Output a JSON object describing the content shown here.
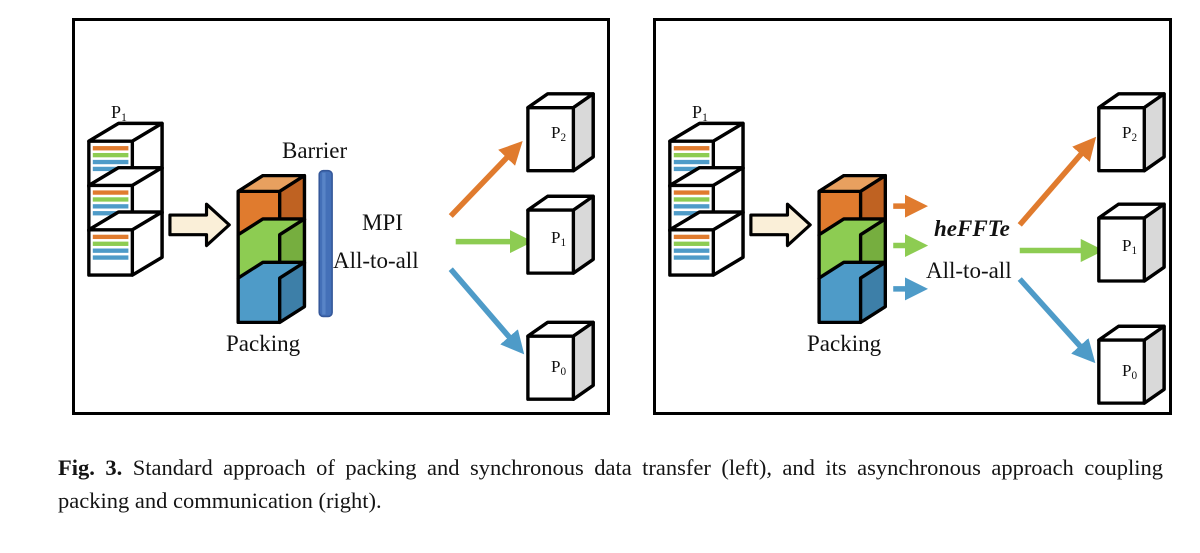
{
  "figure": {
    "caption_tag": "Fig. 3.",
    "caption_text": "Standard approach of packing and synchronous data transfer (left), and its asynchronous approach coupling packing and communication (right)."
  },
  "colors": {
    "orange": "#E07B2E",
    "orange_dark": "#BF6222",
    "green": "#8DCC52",
    "green_dark": "#76AE3F",
    "blue": "#4E9BC8",
    "blue_dark": "#3D7FA8",
    "barrier_blue": "#4470B8",
    "barrier_blue_dark": "#35589A",
    "beige_arrow": "#FAEFD8",
    "outline": "#000000",
    "box_face": "#FFFFFF",
    "box_side": "#D9D9D9",
    "panel_border": "#000000"
  },
  "panels": [
    {
      "id": "left",
      "name": "standard-synchronous-approach",
      "source": {
        "label": "P",
        "label_sub": "1",
        "icon": "striped-stacked-box",
        "stripe_colors": [
          "#E07B2E",
          "#8DCC52",
          "#4E9BC8"
        ],
        "slabs": 3,
        "stripes_per_slab": 3
      },
      "transform_arrow": {
        "icon": "block-arrow-right",
        "color": "#FAEFD8"
      },
      "packing": {
        "label": "Packing",
        "icon": "packed-3d-box",
        "segments": [
          {
            "name": "segment-orange",
            "color": "#E07B2E"
          },
          {
            "name": "segment-green",
            "color": "#8DCC52"
          },
          {
            "name": "segment-blue",
            "color": "#4E9BC8"
          }
        ]
      },
      "barrier": {
        "label": "Barrier",
        "icon": "vertical-bar",
        "color": "#4470B8"
      },
      "operation": {
        "line1": "MPI",
        "line2": "All-to-all",
        "italic": false
      },
      "targets": [
        {
          "label": "P",
          "label_sub": "2",
          "arrow_color": "#E07B2E",
          "arrow_dir": "up-right"
        },
        {
          "label": "P",
          "label_sub": "1",
          "arrow_color": "#8DCC52",
          "arrow_dir": "right"
        },
        {
          "label": "P",
          "label_sub": "0",
          "arrow_color": "#4E9BC8",
          "arrow_dir": "down-right"
        }
      ]
    },
    {
      "id": "right",
      "name": "asynchronous-coupled-approach",
      "source": {
        "label": "P",
        "label_sub": "1",
        "icon": "striped-stacked-box",
        "stripe_colors": [
          "#E07B2E",
          "#8DCC52",
          "#4E9BC8"
        ],
        "slabs": 3,
        "stripes_per_slab": 3
      },
      "transform_arrow": {
        "icon": "block-arrow-right",
        "color": "#FAEFD8"
      },
      "packing": {
        "label": "Packing",
        "icon": "packed-3d-box",
        "segments": [
          {
            "name": "segment-orange",
            "color": "#E07B2E"
          },
          {
            "name": "segment-green",
            "color": "#8DCC52"
          },
          {
            "name": "segment-blue",
            "color": "#4E9BC8"
          }
        ]
      },
      "stub_arrows": [
        {
          "name": "stub-arrow-orange",
          "color": "#E07B2E"
        },
        {
          "name": "stub-arrow-green",
          "color": "#8DCC52"
        },
        {
          "name": "stub-arrow-blue",
          "color": "#4E9BC8"
        }
      ],
      "operation": {
        "line1": "heFFTe",
        "line2": "All-to-all",
        "italic": true
      },
      "targets": [
        {
          "label": "P",
          "label_sub": "2",
          "arrow_color": "#E07B2E",
          "arrow_dir": "up-right"
        },
        {
          "label": "P",
          "label_sub": "1",
          "arrow_color": "#8DCC52",
          "arrow_dir": "right"
        },
        {
          "label": "P",
          "label_sub": "0",
          "arrow_color": "#4E9BC8",
          "arrow_dir": "down-right"
        }
      ]
    }
  ]
}
